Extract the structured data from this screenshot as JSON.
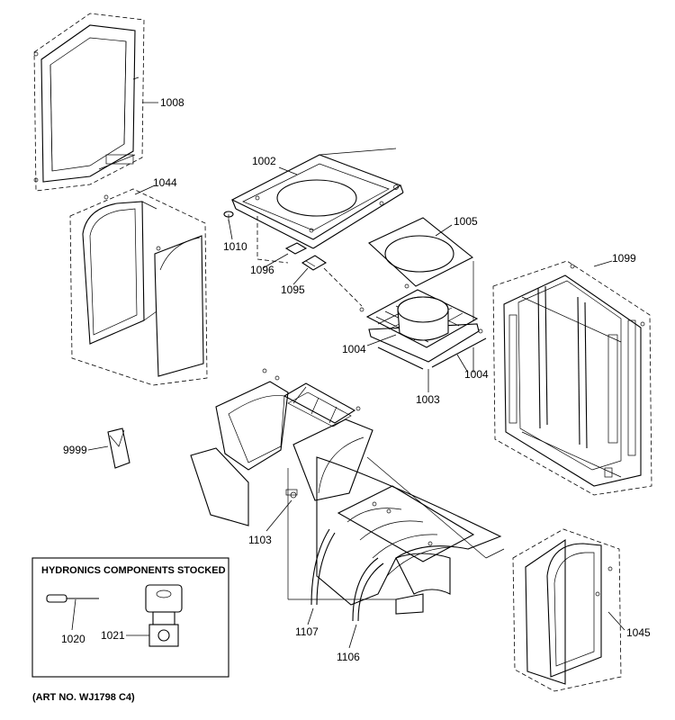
{
  "labels": {
    "p1008": "1008",
    "p1044": "1044",
    "p1002": "1002",
    "p1010": "1010",
    "p1096": "1096",
    "p1095": "1095",
    "p1005": "1005",
    "p1004a": "1004",
    "p1004b": "1004",
    "p1003": "1003",
    "p1099": "1099",
    "p9999": "9999",
    "p1103": "1103",
    "p1107": "1107",
    "p1106": "1106",
    "p1045": "1045",
    "p1020": "1020",
    "p1021": "1021"
  },
  "inset_title": "HYDRONICS COMPONENTS STOCKED",
  "art_number": "(ART NO. WJ1798 C4)"
}
